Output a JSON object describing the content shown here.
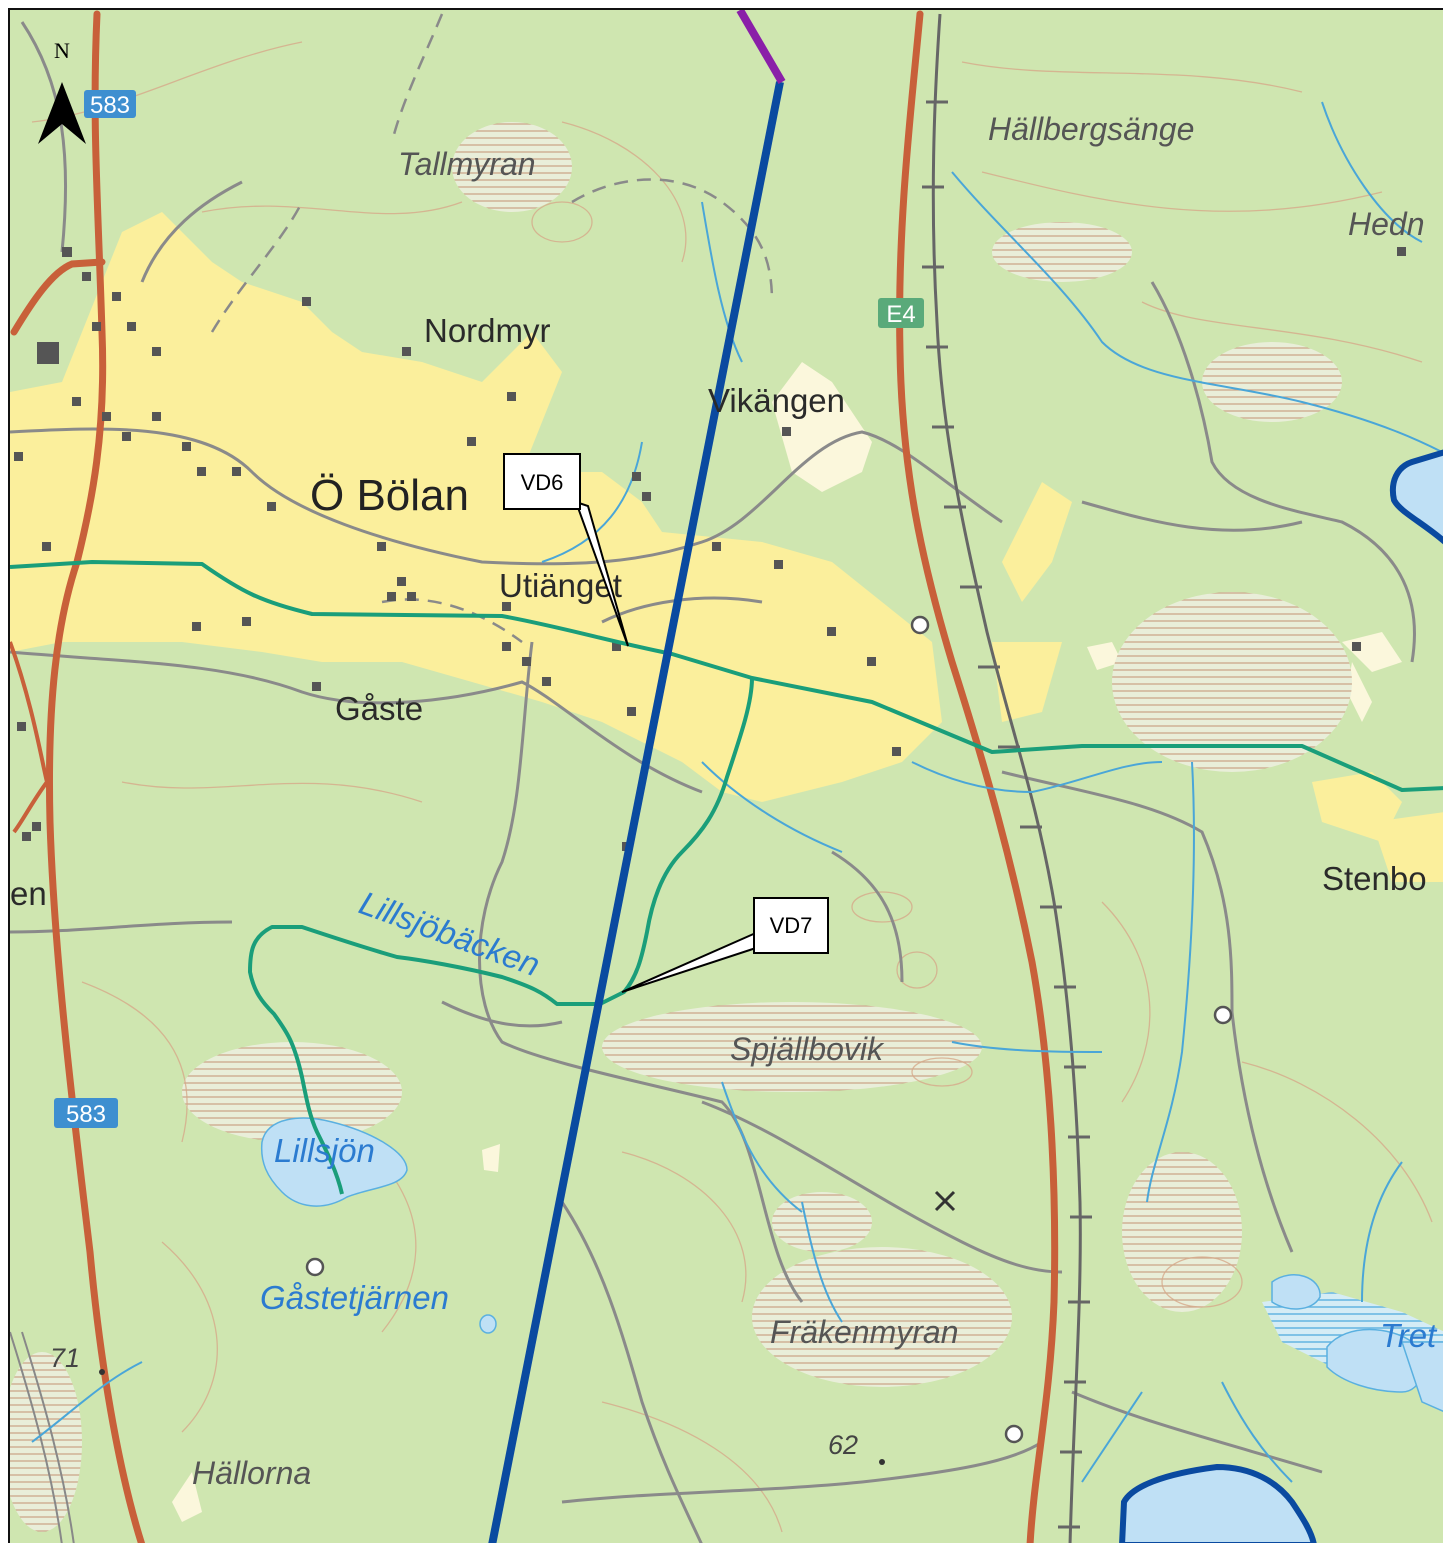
{
  "map": {
    "north_label": "N",
    "places": {
      "o_bolan": "Ö Bölan",
      "nordmyr": "Nordmyr",
      "vikangen": "Vikängen",
      "utianget": "Utiänget",
      "gaste": "Gåste",
      "stenbo": "Stenbo",
      "en": "en"
    },
    "terrain": {
      "tallmyran": "Tallmyran",
      "hallbergsange": "Hällbergsänge",
      "hedn": "Hedn",
      "spjallbovik": "Spjällbovik",
      "frakenmyran": "Fräkenmyran",
      "hallorna": "Hällorna"
    },
    "water": {
      "lillsjobacken": "Lillsjöbäcken",
      "lillsjon": "Lillsjön",
      "gastetjarnen": "Gåstetjärnen",
      "tret": "Tret"
    },
    "road_shields": {
      "r583_top": "583",
      "r583_bottom": "583",
      "e4": "E4"
    },
    "elevations": {
      "e71": "71",
      "e62": "62"
    },
    "callouts": {
      "vd6": "VD6",
      "vd7": "VD7"
    },
    "colors": {
      "land": "#cfe6b0",
      "settlement": "#fbef9c",
      "route_blue": "#0a4aa0",
      "route_purple": "#8a1fa8",
      "stream_green": "#1a9e7a",
      "road": "#c8603a",
      "water": "#bfe0f5",
      "lake_outline": "#0a4aa0",
      "water_text": "#2b7bd0"
    }
  }
}
